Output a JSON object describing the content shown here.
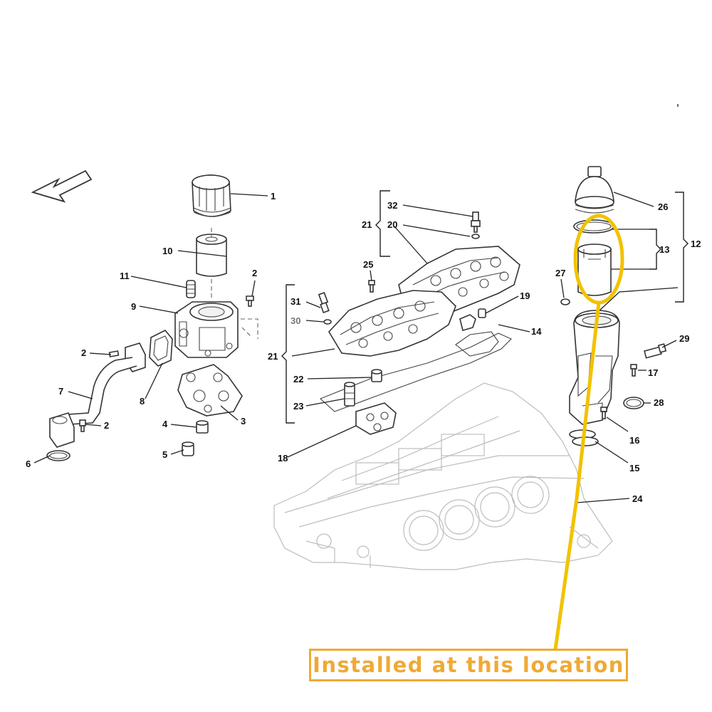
{
  "callout": {
    "text": "Installed at this location"
  },
  "colors": {
    "highlight": "#f2c200",
    "callout": "#f0a933",
    "line": "#222222",
    "engine_block": "#bdbdbd"
  },
  "icons": {
    "direction_arrow": "front-direction-arrow-icon"
  },
  "labels": {
    "l1": "1",
    "l2a": "2",
    "l2b": "2",
    "l2c": "2",
    "l3": "3",
    "l4": "4",
    "l5": "5",
    "l6": "6",
    "l7": "7",
    "l8": "8",
    "l9": "9",
    "l10": "10",
    "l11": "11",
    "l12": "12",
    "l13": "13",
    "l14": "14",
    "l15": "15",
    "l16": "16",
    "l17": "17",
    "l18": "18",
    "l19": "19",
    "l20": "20",
    "l21a": "21",
    "l21b": "21",
    "l22": "22",
    "l23": "23",
    "l24": "24",
    "l25": "25",
    "l26": "26",
    "l27": "27",
    "l28": "28",
    "l29": "29",
    "l30": "30",
    "l31": "31",
    "l32": "32"
  }
}
